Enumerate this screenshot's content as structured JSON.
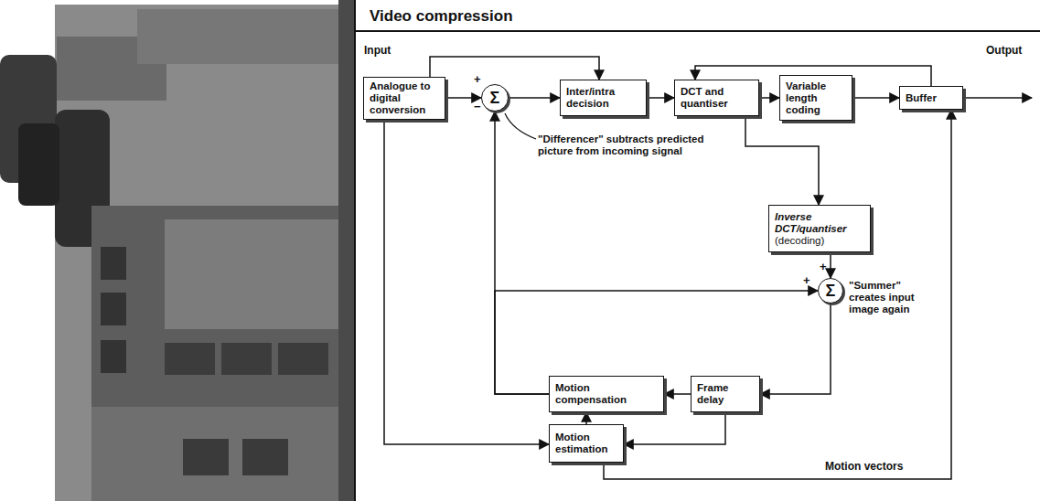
{
  "diagram": {
    "title": "Video compression",
    "nodes": [
      {
        "text": [
          "Analogue to digital conversion"
        ]
      },
      {
        "text": [
          "Σ"
        ]
      },
      {
        "text": [
          "Inter/intra decision"
        ]
      },
      {
        "text": [
          "DCT and quantiser"
        ]
      },
      {
        "text": [
          "Variable length coding"
        ]
      },
      {
        "text": [
          "Buffer"
        ]
      },
      {
        "text": [
          "Inverse DCT/quantiser",
          "(decoding)"
        ]
      },
      {
        "text": [
          "Σ"
        ]
      },
      {
        "text": [
          "Motion compensation"
        ]
      },
      {
        "text": [
          "Frame delay"
        ]
      },
      {
        "text": [
          "Motion estimation"
        ]
      }
    ],
    "edges": [
      {
        "from": 0,
        "to": 1,
        "arrow": "to"
      },
      {
        "from": 1,
        "to": 2,
        "arrow": "to"
      },
      {
        "from": 0,
        "to": 2,
        "arrow": "to"
      },
      {
        "from": 2,
        "to": 3,
        "arrow": "to"
      },
      {
        "from": 3,
        "to": 4,
        "arrow": "to"
      },
      {
        "from": 4,
        "to": 5,
        "arrow": "to"
      },
      {
        "from": 5,
        "to": 3,
        "arrow": "to"
      },
      {
        "from": 3,
        "to": 6,
        "arrow": "to"
      },
      {
        "from": 6,
        "to": 7,
        "arrow": "to"
      },
      {
        "from": 7,
        "to": 9,
        "arrow": "to"
      },
      {
        "from": 9,
        "to": 8,
        "arrow": "to"
      },
      {
        "from": 8,
        "to": 1,
        "arrow": "to"
      },
      {
        "from": 8,
        "to": 7,
        "arrow": "to"
      },
      {
        "from": 0,
        "to": 10,
        "arrow": "to"
      },
      {
        "from": 10,
        "to": 8,
        "arrow": "to"
      },
      {
        "from": 9,
        "to": 10,
        "arrow": "to"
      },
      {
        "from": 10,
        "to": 5,
        "label": "Motion vectors",
        "arrow": "to"
      }
    ],
    "labels": [
      "Input",
      "Output",
      "+",
      "−",
      "\"Differencer\" subtracts predicted picture from incoming signal",
      "+",
      "+",
      "\"Summer\" creates input image again"
    ]
  }
}
